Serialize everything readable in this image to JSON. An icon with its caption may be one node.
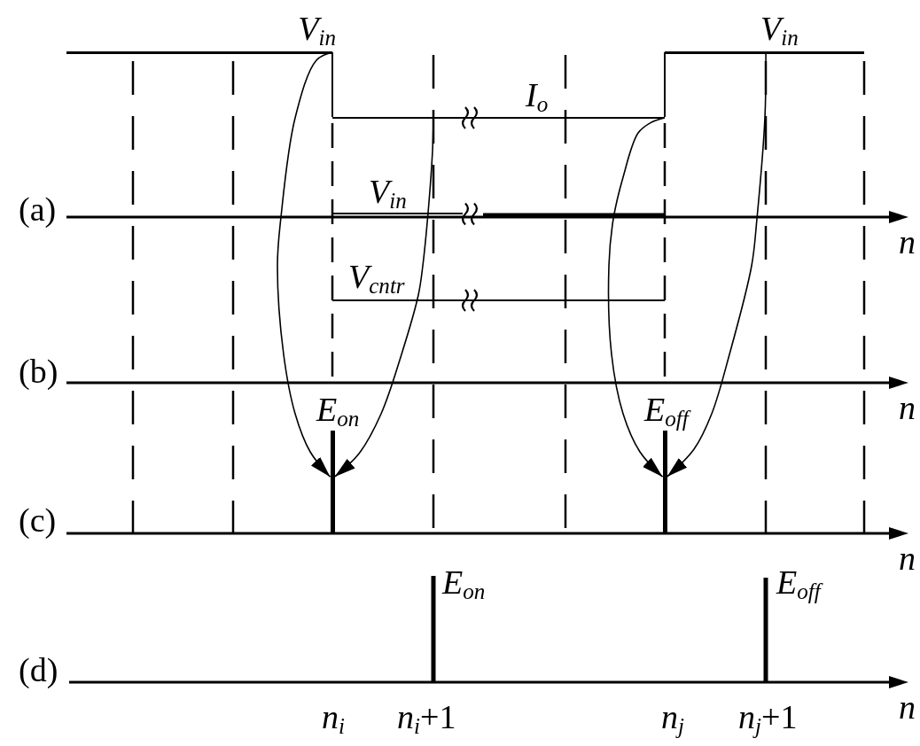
{
  "diagram": {
    "nodes": [
      {
        "text": [],
        "shape": "line",
        "beside": [
          "V$_{in}$"
        ]
      },
      {
        "text": [],
        "shape": "line",
        "beside": [
          "V$_{in}$"
        ]
      },
      {
        "text": [],
        "shape": "line",
        "beside": [
          "I$_{o}$"
        ]
      },
      {
        "text": [],
        "shape": "bar",
        "beside": [
          "E$_{on}$"
        ]
      },
      {
        "text": [],
        "shape": "bar",
        "beside": [
          "E$_{off}$"
        ]
      }
    ],
    "edges": [
      {
        "from": 0,
        "to": 3,
        "arrow": "to"
      },
      {
        "from": 2,
        "to": 3,
        "arrow": "to"
      },
      {
        "from": 2,
        "to": 4,
        "arrow": "to"
      },
      {
        "from": 1,
        "to": 4,
        "arrow": "to"
      },
      {
        "from": 0,
        "to": 2,
        "arrow": "none"
      },
      {
        "from": 2,
        "to": 1,
        "arrow": "none"
      }
    ],
    "labels": [
      "V$_{in}$",
      "(a)",
      "n",
      "V$_{cntr}$",
      "(b)",
      "n",
      "(c)",
      "n",
      "E$_{on}$",
      "E$_{off}$",
      "(d)",
      "n",
      "n$_{i}$",
      "*n*$_{i}$+1",
      "n$_{j}$",
      "*n*$_{j}$+1"
    ]
  }
}
